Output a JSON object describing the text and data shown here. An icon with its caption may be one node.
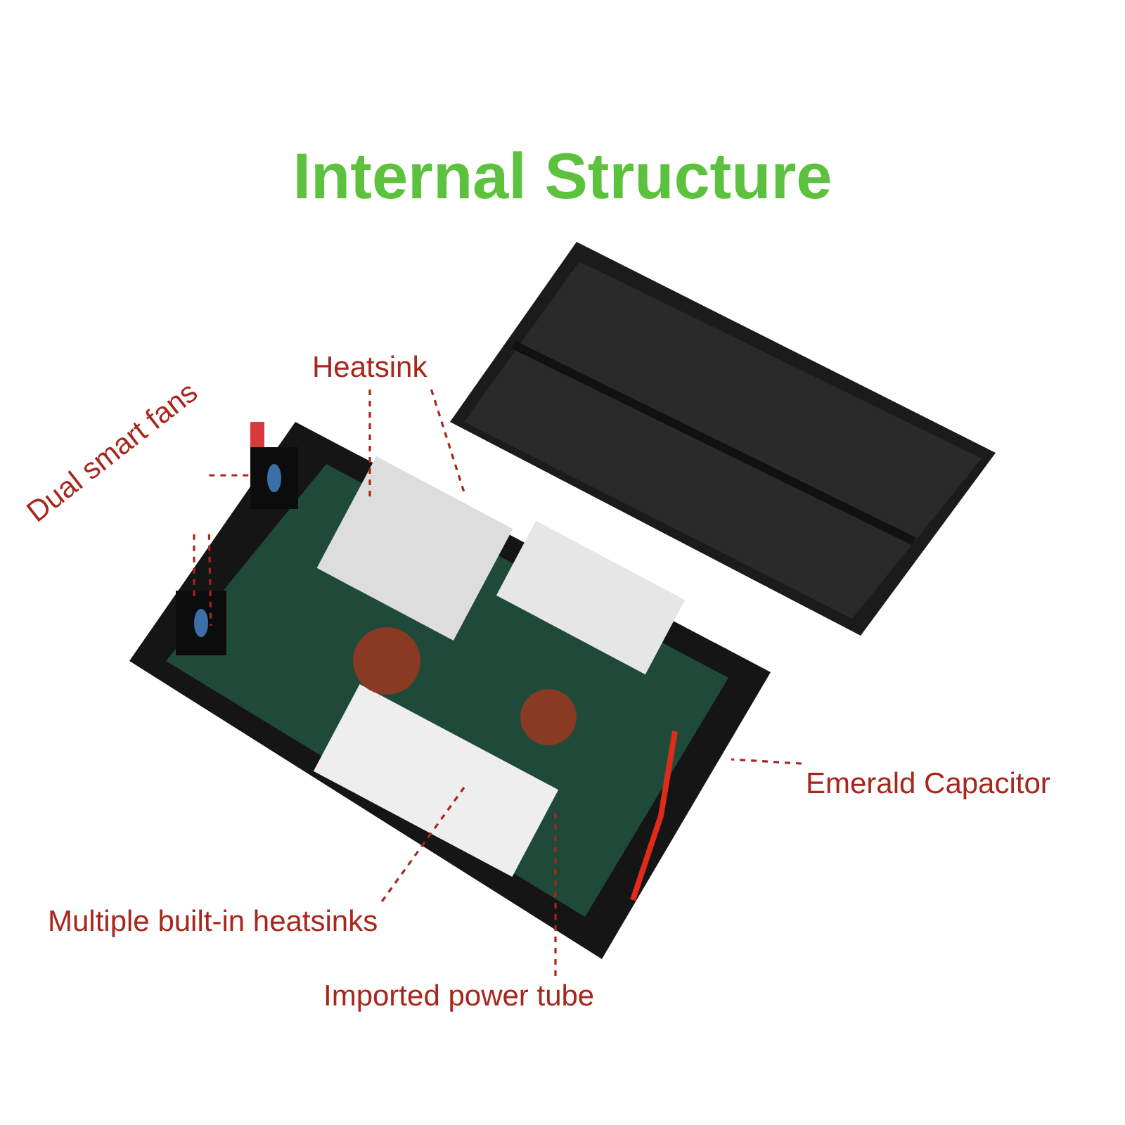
{
  "diagram": {
    "title": "Internal Structure",
    "nodes": [
      {
        "text": [
          "Dual smart fans"
        ]
      },
      {
        "text": [
          "Heatsink"
        ]
      },
      {
        "text": [
          "Emerald Capacitor"
        ]
      },
      {
        "text": [
          "Multiple built-in heatsinks"
        ]
      },
      {
        "text": [
          "Imported power tube"
        ]
      }
    ],
    "edges": [
      {
        "from": 0,
        "to": null,
        "arrow": "none",
        "style": "dashed"
      },
      {
        "from": 0,
        "to": null,
        "arrow": "none",
        "style": "dashed"
      },
      {
        "from": 0,
        "to": null,
        "arrow": "none",
        "style": "dashed"
      },
      {
        "from": 1,
        "to": null,
        "arrow": "none",
        "style": "dashed"
      },
      {
        "from": 1,
        "to": null,
        "arrow": "none",
        "style": "dashed"
      },
      {
        "from": 2,
        "to": null,
        "arrow": "none",
        "style": "dashed"
      },
      {
        "from": 3,
        "to": null,
        "arrow": "none",
        "style": "dashed"
      },
      {
        "from": 4,
        "to": null,
        "arrow": "none",
        "style": "dashed"
      }
    ]
  }
}
